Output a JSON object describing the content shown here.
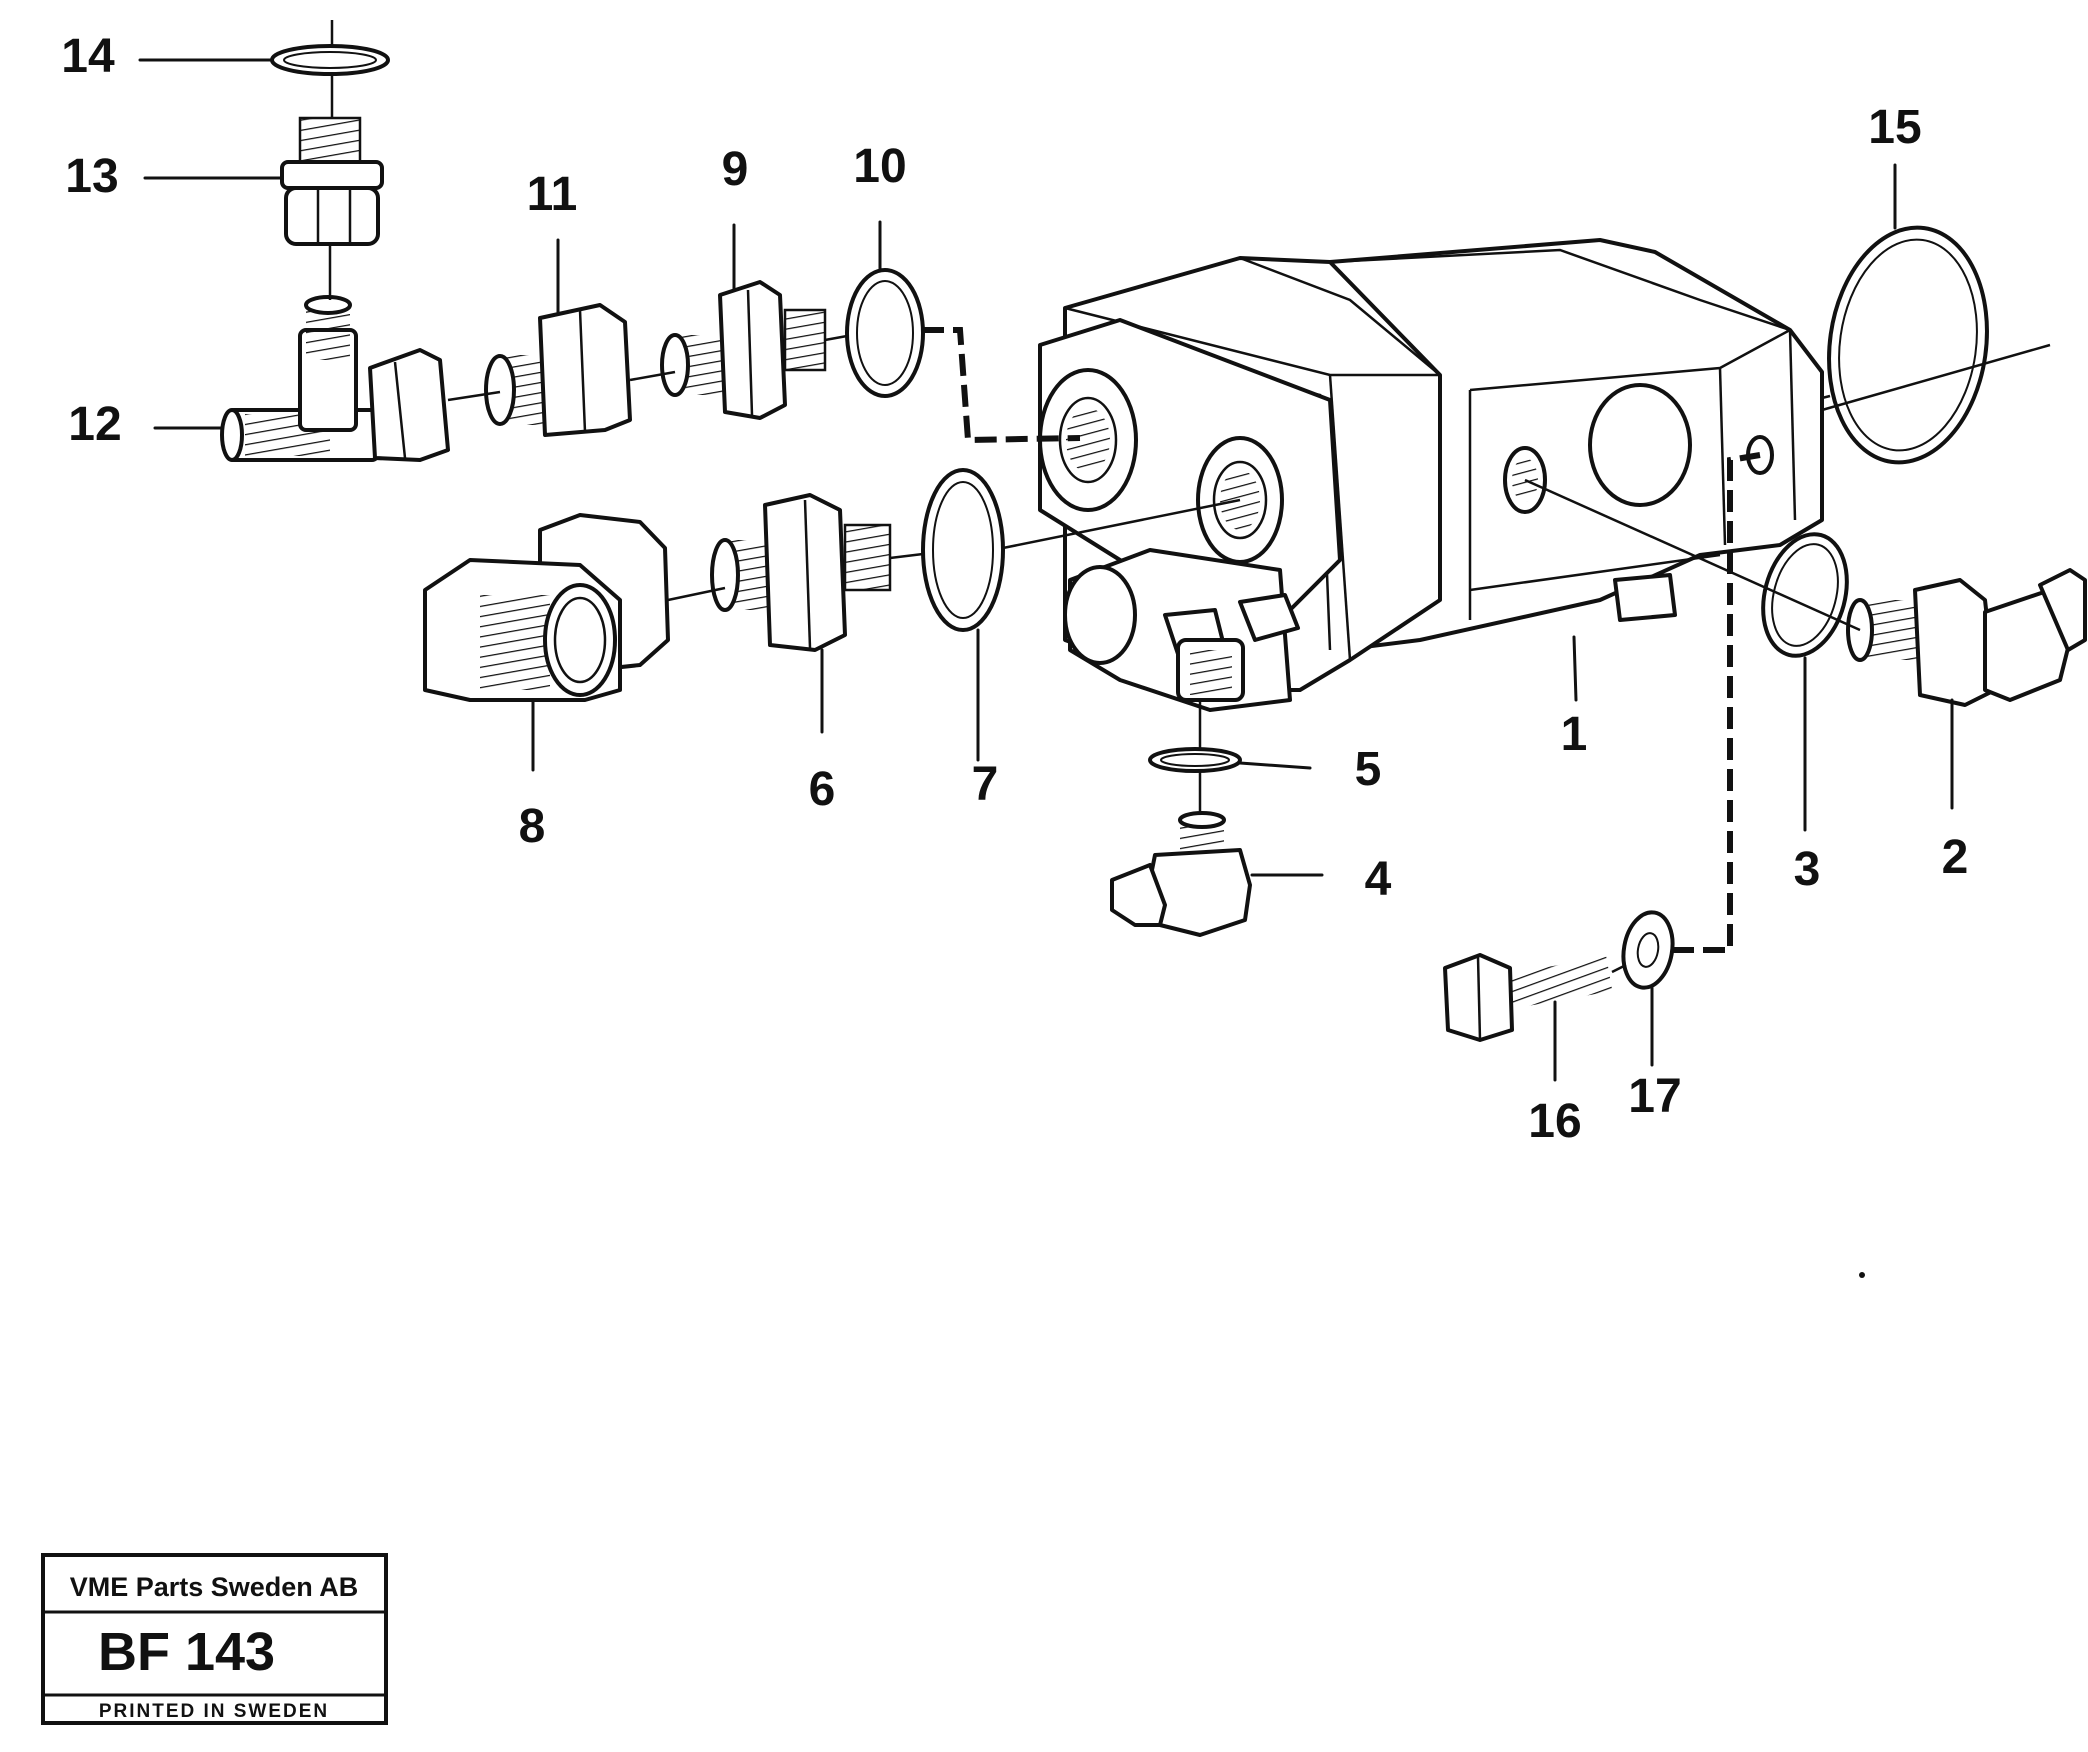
{
  "labels": {
    "l1": "1",
    "l2": "2",
    "l3": "3",
    "l4": "4",
    "l5": "5",
    "l6": "6",
    "l7": "7",
    "l8": "8",
    "l9": "9",
    "l10": "10",
    "l11": "11",
    "l12": "12",
    "l13": "13",
    "l14": "14",
    "l15": "15",
    "l16": "16",
    "l17": "17"
  },
  "title_block": {
    "company": "VME Parts Sweden AB",
    "code": "BF 143",
    "footer": "PRINTED IN SWEDEN"
  }
}
